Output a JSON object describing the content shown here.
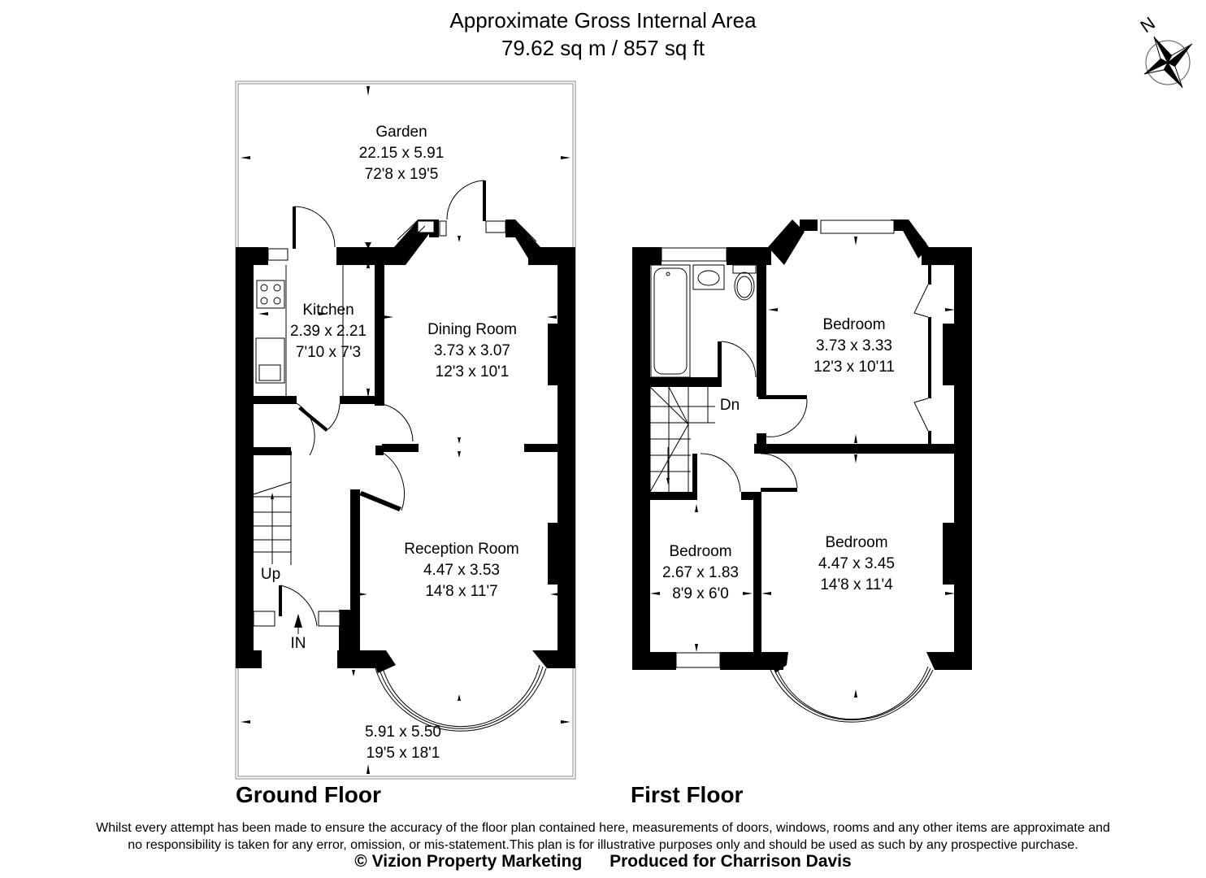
{
  "header": {
    "title": "Approximate Gross Internal Area",
    "area": "79.62 sq m / 857 sq ft"
  },
  "compass": {
    "label": "N",
    "icon": "north-compass-rose-icon"
  },
  "ground_floor": {
    "title": "Ground Floor",
    "rooms": [
      {
        "name": "Garden",
        "metric": "22.15 x 5.91",
        "imperial": "72'8 x 19'5"
      },
      {
        "name": "Kitchen",
        "metric": "2.39 x 2.21",
        "imperial": "7'10 x 7'3"
      },
      {
        "name": "Dining Room",
        "metric": "3.73 x 3.07",
        "imperial": "12'3 x 10'1"
      },
      {
        "name": "Reception Room",
        "metric": "4.47 x 3.53",
        "imperial": "14'8 x 11'7"
      },
      {
        "name": "",
        "metric": "5.91 x 5.50",
        "imperial": "19'5 x 18'1"
      }
    ],
    "markers": {
      "stairs": "Up",
      "entrance": "IN"
    }
  },
  "first_floor": {
    "title": "First Floor",
    "rooms": [
      {
        "name": "Bedroom",
        "metric": "3.73 x 3.33",
        "imperial": "12'3 x 10'11"
      },
      {
        "name": "Bedroom",
        "metric": "2.67 x 1.83",
        "imperial": "8'9 x 6'0"
      },
      {
        "name": "Bedroom",
        "metric": "4.47 x 3.45",
        "imperial": "14'8 x 11'4"
      }
    ],
    "markers": {
      "stairs": "Dn"
    }
  },
  "footer": {
    "disclaimer_line1": "Whilst every attempt has been made to ensure the accuracy of the floor plan contained here, measurements of doors, windows, rooms and any other items are approximate and",
    "disclaimer_line2": "no responsibility is taken for any error, omission, or mis-statement.This plan is for illustrative purposes only and should be used as such by any prospective purchase.",
    "copyright": "© Vizion Property Marketing",
    "produced_for": "Produced for Charrison Davis"
  }
}
